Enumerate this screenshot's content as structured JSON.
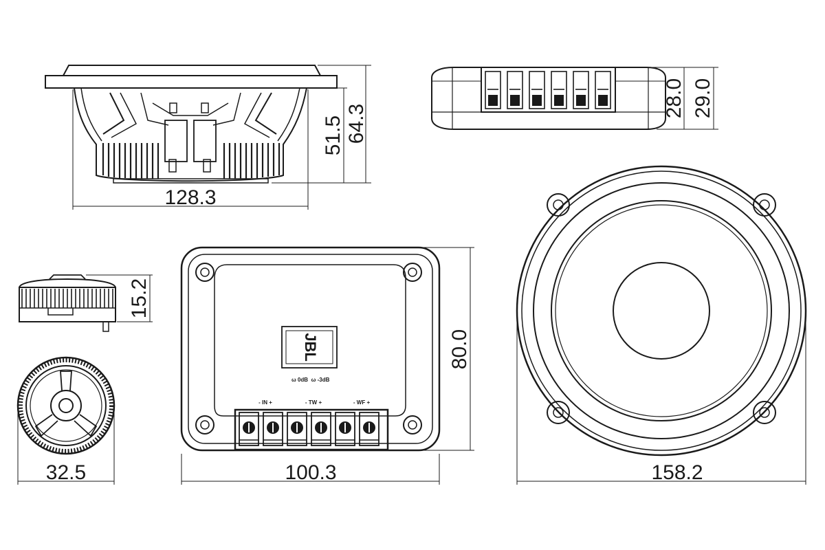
{
  "drawing": {
    "brand": "JBL",
    "woofer_side": {
      "width": "128.3",
      "depth": "51.5",
      "overall_depth": "64.3"
    },
    "crossover_side": {
      "height": "28.0",
      "overall_height": "29.0"
    },
    "tweeter_side": {
      "height": "15.2"
    },
    "tweeter_front": {
      "diameter": "32.5"
    },
    "crossover_front": {
      "width": "100.3",
      "height": "80.0",
      "tiny_labels": {
        "in": "- IN +",
        "tw": "- TW +",
        "wf": "- WF +",
        "switch_a": "ω 0dB",
        "switch_b": "ω -3dB"
      }
    },
    "woofer_front": {
      "diameter": "158.2"
    }
  }
}
